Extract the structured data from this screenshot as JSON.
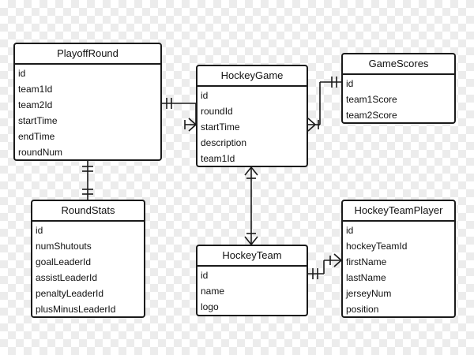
{
  "entities": {
    "playoffRound": {
      "title": "PlayoffRound",
      "fields": [
        "id",
        "team1Id",
        "team2Id",
        "startTime",
        "endTime",
        "roundNum"
      ]
    },
    "hockeyGame": {
      "title": "HockeyGame",
      "fields": [
        "id",
        "roundId",
        "startTime",
        "description",
        "team1Id"
      ]
    },
    "gameScores": {
      "title": "GameScores",
      "fields": [
        "id",
        "team1Score",
        "team2Score"
      ]
    },
    "roundStats": {
      "title": "RoundStats",
      "fields": [
        "id",
        "numShutouts",
        "goalLeaderId",
        "assistLeaderId",
        "penaltyLeaderId",
        "plusMinusLeaderId"
      ]
    },
    "hockeyTeam": {
      "title": "HockeyTeam",
      "fields": [
        "id",
        "name",
        "logo"
      ]
    },
    "hockeyTeamPlayer": {
      "title": "HockeyTeamPlayer",
      "fields": [
        "id",
        "hockeyTeamId",
        "firstName",
        "lastName",
        "jerseyNum",
        "position"
      ]
    }
  },
  "relationships": [
    {
      "from": "PlayoffRound",
      "to": "HockeyGame",
      "from_cardinality": "one",
      "to_cardinality": "many"
    },
    {
      "from": "HockeyGame",
      "to": "GameScores",
      "from_cardinality": "many",
      "to_cardinality": "one"
    },
    {
      "from": "PlayoffRound",
      "to": "RoundStats",
      "from_cardinality": "one",
      "to_cardinality": "one"
    },
    {
      "from": "HockeyGame",
      "to": "HockeyTeam",
      "from_cardinality": "many",
      "to_cardinality": "many"
    },
    {
      "from": "HockeyTeam",
      "to": "HockeyTeamPlayer",
      "from_cardinality": "one",
      "to_cardinality": "many"
    }
  ],
  "colors": {
    "stroke": "#1a1a1a",
    "box_fill": "#ffffff",
    "text": "#111111"
  }
}
